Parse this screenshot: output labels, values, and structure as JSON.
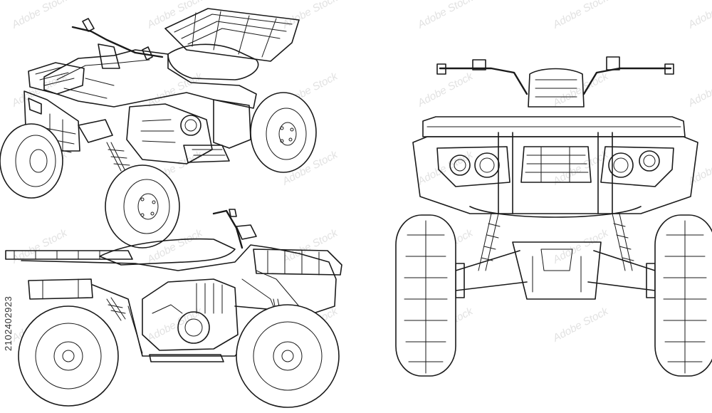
{
  "stock_id": "2102402923",
  "watermark_text": "Adobe Stock",
  "views": [
    {
      "name": "three-quarter",
      "icon": "atv-three-quarter-view-icon"
    },
    {
      "name": "side",
      "icon": "atv-side-view-icon"
    },
    {
      "name": "front",
      "icon": "atv-front-view-icon"
    }
  ],
  "colors": {
    "line": "#1a1a1a",
    "background": "#ffffff",
    "watermark": "#e2e2e2"
  }
}
